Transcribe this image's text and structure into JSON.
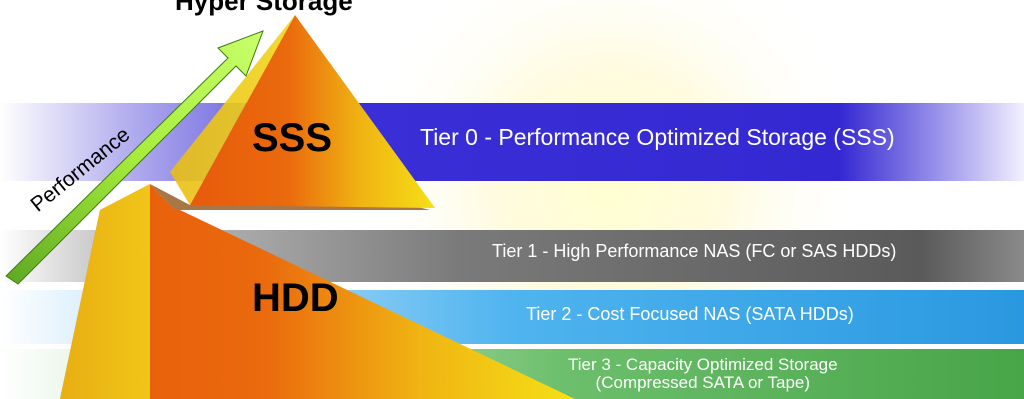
{
  "title_fragment": "Hyper Storage",
  "pyramid": {
    "top_label": "SSS",
    "bottom_label": "HDD"
  },
  "arrow": {
    "label": "Performance"
  },
  "tiers": [
    {
      "label": "Tier 0 - Performance Optimized Storage (SSS)",
      "color": "#3a2fd6"
    },
    {
      "label": "Tier 1 - High Performance NAS (FC or SAS HDDs)",
      "color": "#6a6a6a"
    },
    {
      "label": "Tier 2 - Cost Focused NAS (SATA HDDs)",
      "color": "#3aa6e8"
    },
    {
      "line1": "Tier 3 - Capacity Optimized Storage",
      "line2": "(Compressed SATA or Tape)",
      "color": "#55aa55"
    }
  ],
  "colors": {
    "pyramid_orange": "#e35f0c",
    "pyramid_yellow": "#f3d60f",
    "arrow_green": "#9be63a"
  }
}
